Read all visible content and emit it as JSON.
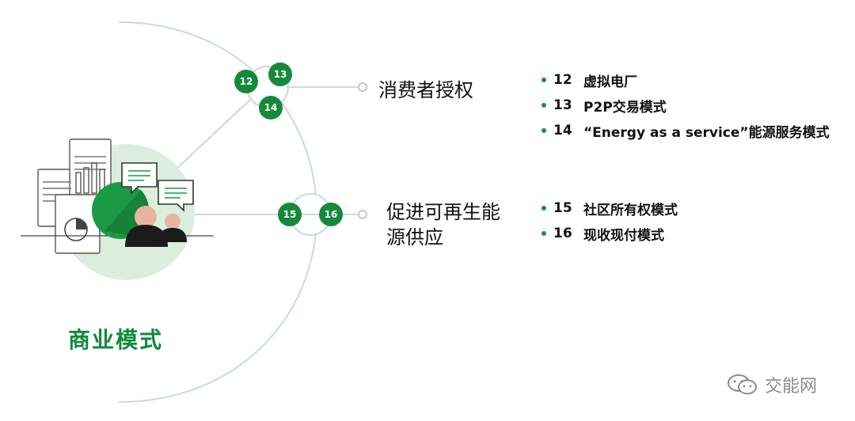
{
  "diagram": {
    "title": "商业模式",
    "branches": [
      {
        "label": "消费者授权",
        "badges": [
          "12",
          "13",
          "14"
        ],
        "items": [
          {
            "num": "12",
            "text": "虚拟电厂"
          },
          {
            "num": "13",
            "text": "P2P交易模式"
          },
          {
            "num": "14",
            "text": "“Energy as a service”能源服务模式"
          }
        ]
      },
      {
        "label": "促进可再生能源供应",
        "badges": [
          "15",
          "16"
        ],
        "items": [
          {
            "num": "15",
            "text": "社区所有权模式"
          },
          {
            "num": "16",
            "text": "现收现付模式"
          }
        ]
      }
    ],
    "colors": {
      "accent": "#158a3c",
      "line": "#c9d8e6",
      "illustration_bg": "#dbeedd"
    },
    "icons": [
      "documents-icon",
      "chat-bubble-icon",
      "people-icon",
      "pie-chart-icon"
    ]
  },
  "watermark": {
    "text": "交能网",
    "icon": "wechat-icon"
  }
}
